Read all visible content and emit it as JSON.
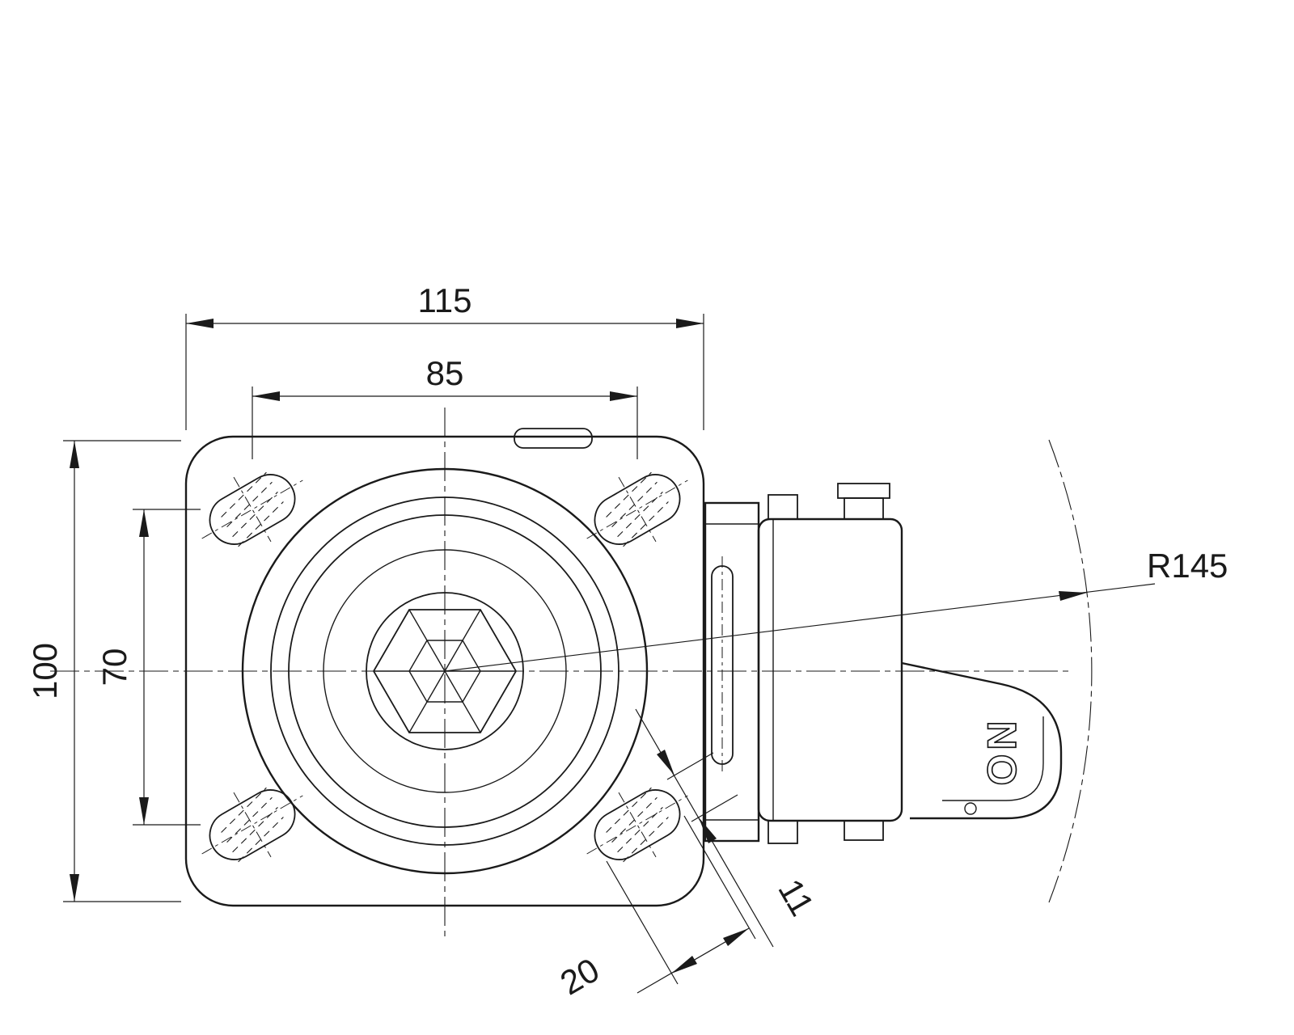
{
  "page": {
    "background": "#ffffff"
  },
  "drawing": {
    "kind": "caster-swivel-plate-with-brake-top-view",
    "line_color": "#1a1a1a",
    "dimensions": {
      "plate_length": "115",
      "bolt_spacing_length": "85",
      "plate_width": "100",
      "bolt_spacing_width": "70",
      "swivel_radius": "R145",
      "slot_width": "11",
      "slot_length": "20"
    },
    "labels": {
      "brake_position": "ON"
    }
  }
}
